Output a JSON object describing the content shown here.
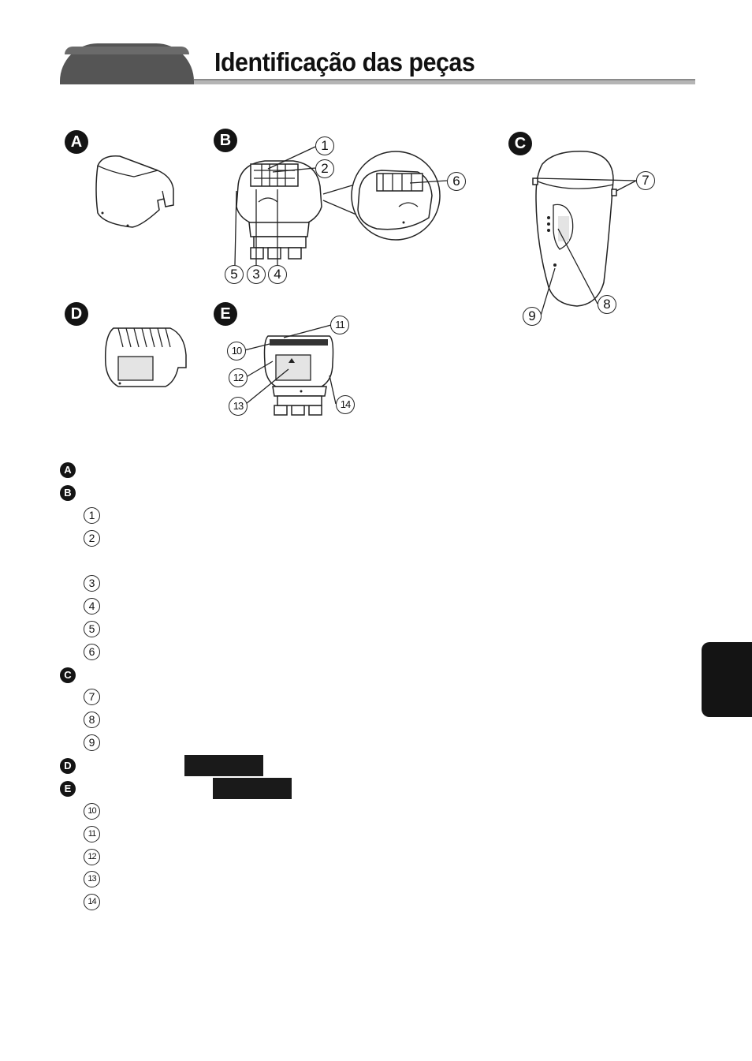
{
  "header": {
    "title": "Identificação das peças"
  },
  "figure": {
    "panels": [
      {
        "letter": "A"
      },
      {
        "letter": "B"
      },
      {
        "letter": "C"
      },
      {
        "letter": "D"
      },
      {
        "letter": "E"
      }
    ],
    "callouts": [
      "1",
      "2",
      "3",
      "4",
      "5",
      "6",
      "7",
      "8",
      "9",
      "10",
      "11",
      "12",
      "13",
      "14"
    ]
  },
  "parts_list": {
    "sections": [
      {
        "letter": "A",
        "items": []
      },
      {
        "letter": "B",
        "items": [
          "1",
          "2",
          "3",
          "4",
          "5",
          "6"
        ]
      },
      {
        "letter": "C",
        "items": [
          "7",
          "8",
          "9"
        ]
      },
      {
        "letter": "D",
        "items": []
      },
      {
        "letter": "E",
        "items": [
          "10",
          "11",
          "12",
          "13",
          "14"
        ]
      }
    ]
  },
  "colors": {
    "header_tab": "#555555",
    "rule": "#b5b5b5",
    "badge": "#141414",
    "side_tab": "#141414"
  }
}
